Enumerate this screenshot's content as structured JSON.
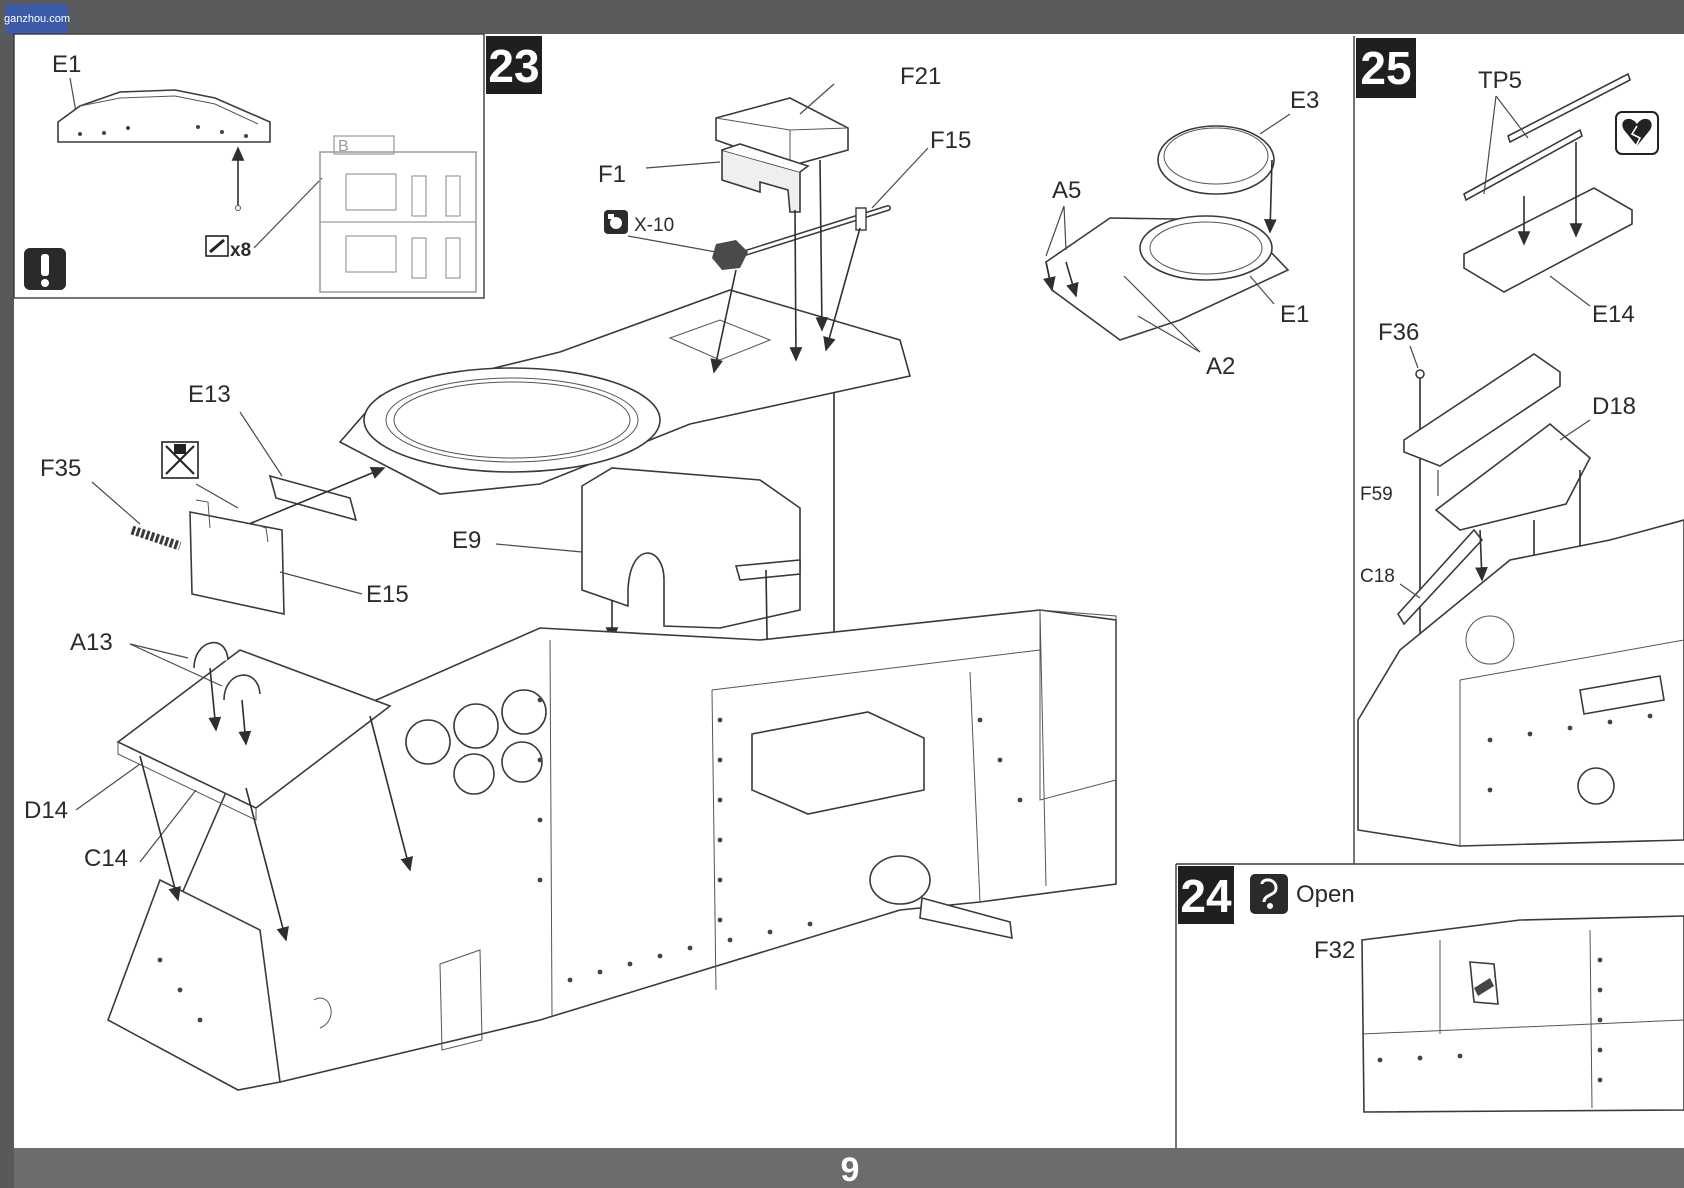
{
  "page": {
    "number": "9",
    "watermark": "ganzhou.com",
    "colors": {
      "frame": "#58595b",
      "paper": "#ffffff",
      "line": "#3a3a3a",
      "badge": "#1f1f1f"
    }
  },
  "inset_e1": {
    "part_label": "E1",
    "tool_qty": "x8",
    "sprue_letter": "B",
    "icons": [
      "attention-icon",
      "drill-icon"
    ]
  },
  "step23": {
    "number": "23",
    "tool_code": "X-10",
    "labels": [
      "F21",
      "F15",
      "F1",
      "E13",
      "F35",
      "E15",
      "E9",
      "A13",
      "D14",
      "C14"
    ],
    "icons": [
      "camera-icon",
      "not-for-use-icon"
    ]
  },
  "step_e3": {
    "labels": [
      "E3",
      "A5",
      "E1",
      "A2"
    ]
  },
  "step25": {
    "number": "25",
    "labels": [
      "TP5",
      "E14",
      "F36",
      "D18",
      "F59",
      "C18"
    ],
    "icons": [
      "fragile-part-icon"
    ]
  },
  "step24": {
    "number": "24",
    "open_label": "Open",
    "labels": [
      "F32"
    ],
    "icons": [
      "open-option-icon"
    ]
  }
}
